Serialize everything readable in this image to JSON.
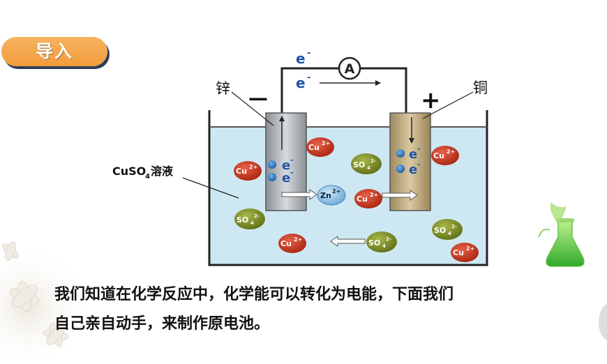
{
  "section_tag": "导入",
  "diagram": {
    "electron_label": "e",
    "electron_charge": "-",
    "ammeter": "A",
    "zinc": "锌",
    "copper": "铜",
    "minus": "—",
    "plus": "+",
    "solution_main": "CuSO",
    "solution_sub": "4",
    "solution_tail": "溶液",
    "cu_ion": "Cu",
    "cu_charge": "2+",
    "zn_ion": "Zn",
    "zn_charge": "2+",
    "so4_ion": "SO",
    "so4_sub": "4",
    "so4_charge": "2-"
  },
  "text": {
    "line1": "我们知道在化学反应中，化学能可以转化为电能，下面我们",
    "line2": "自己亲自动手，来制作原电池。"
  },
  "colors": {
    "tag": "#f29b3c",
    "solution": "#cde8f2",
    "cu_ion": "#c8351d",
    "so4_ion": "#7c8a1f",
    "zn_ion": "#8fc7e8",
    "electron": "#2a6db4"
  }
}
